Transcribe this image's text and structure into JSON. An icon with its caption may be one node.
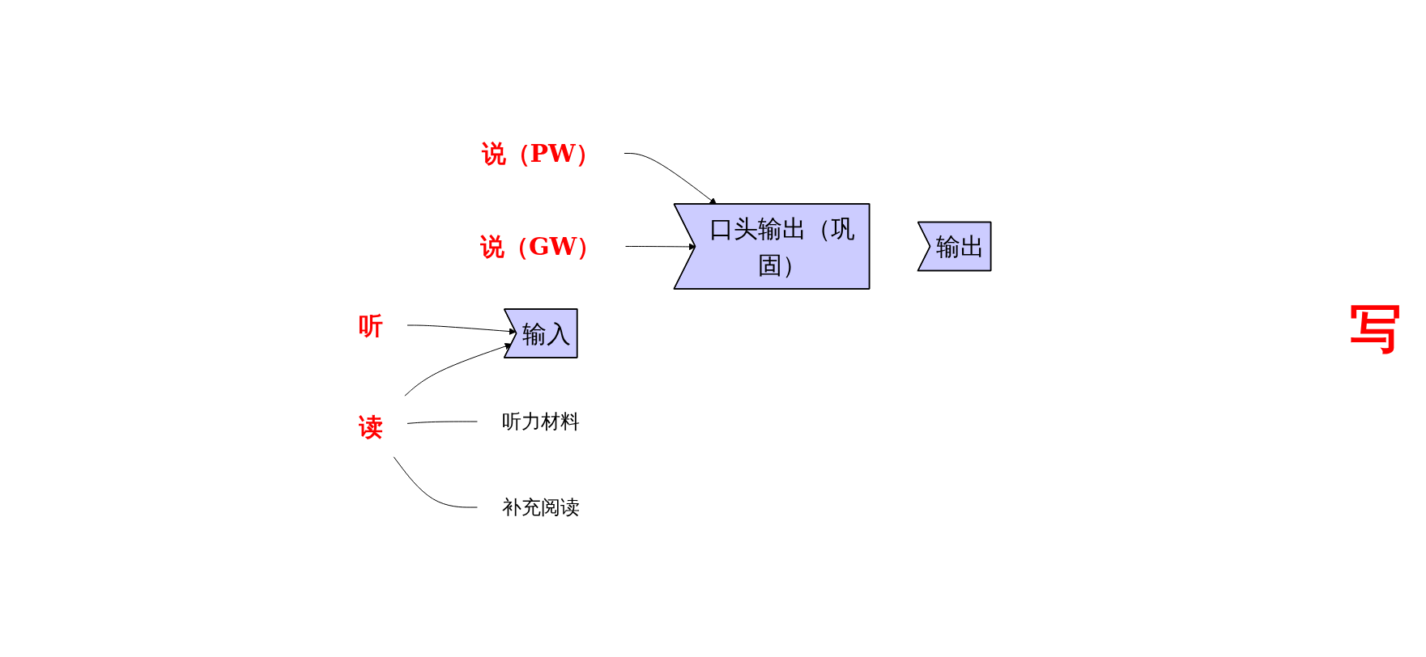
{
  "diagram": {
    "nodes": [
      {
        "text": [
          "听"
        ]
      },
      {
        "text": [
          "说（PW）"
        ]
      },
      {
        "text": [
          "输入"
        ]
      },
      {
        "text": [
          "口头输出（巩固）"
        ]
      },
      {
        "text": [
          "输出"
        ]
      },
      {
        "text": [
          "读"
        ]
      },
      {
        "text": [
          "说（GW）"
        ]
      },
      {
        "text": [
          "听力材料"
        ]
      },
      {
        "text": [
          "补充阅读"
        ]
      }
    ],
    "edges": [
      {
        "from": 0,
        "to": 2,
        "arrow": "to"
      },
      {
        "from": 1,
        "to": 3,
        "arrow": "to"
      },
      {
        "from": 5,
        "to": 2,
        "arrow": "to"
      },
      {
        "from": 6,
        "to": 3,
        "arrow": "to"
      },
      {
        "from": 5,
        "to": 7,
        "arrow": "none"
      },
      {
        "from": 5,
        "to": 8,
        "arrow": "none"
      }
    ],
    "labels": [
      "写"
    ]
  }
}
